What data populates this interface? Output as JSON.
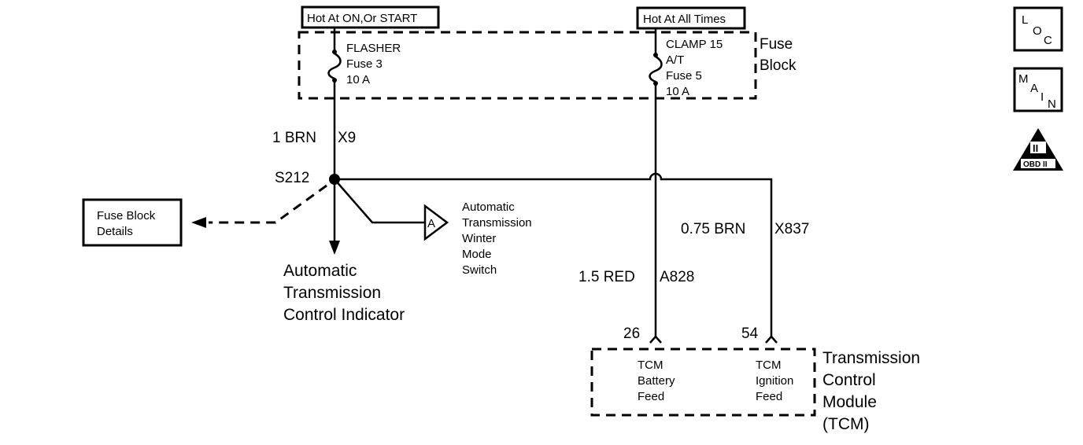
{
  "power": {
    "hot_on_start": "Hot At ON,Or START",
    "hot_all_times": "Hot At All Times"
  },
  "fuse_block": {
    "label_line1": "Fuse",
    "label_line2": "Block",
    "fuse3": [
      "FLASHER",
      "Fuse 3",
      "10 A"
    ],
    "fuse5": [
      "CLAMP 15",
      "A/T",
      "Fuse 5",
      "10 A"
    ]
  },
  "wires": {
    "left_wire": "1 BRN",
    "left_circuit": "X9",
    "splice": "S212",
    "red_wire": "1.5 RED",
    "red_circuit": "A828",
    "brn_wire": "0.75 BRN",
    "brn_circuit": "X837"
  },
  "components": {
    "fuse_block_details": [
      "Fuse Block",
      "Details"
    ],
    "connector_a": "A",
    "winter_mode": [
      "Automatic",
      "Transmission",
      "Winter",
      "Mode",
      "Switch"
    ],
    "control_indicator": [
      "Automatic",
      "Transmission",
      "Control Indicator"
    ]
  },
  "tcm": {
    "pin_battery": "26",
    "pin_ignition": "54",
    "battery_feed": [
      "TCM",
      "Battery",
      "Feed"
    ],
    "ignition_feed": [
      "TCM",
      "Ignition",
      "Feed"
    ],
    "label": [
      "Transmission",
      "Control",
      "Module",
      "(TCM)"
    ]
  },
  "legend": {
    "loc": [
      "L",
      "O",
      "C"
    ],
    "main": [
      "M",
      "A",
      "I",
      "N"
    ],
    "obd_numeral": "II",
    "obd_text": "OBD II"
  }
}
